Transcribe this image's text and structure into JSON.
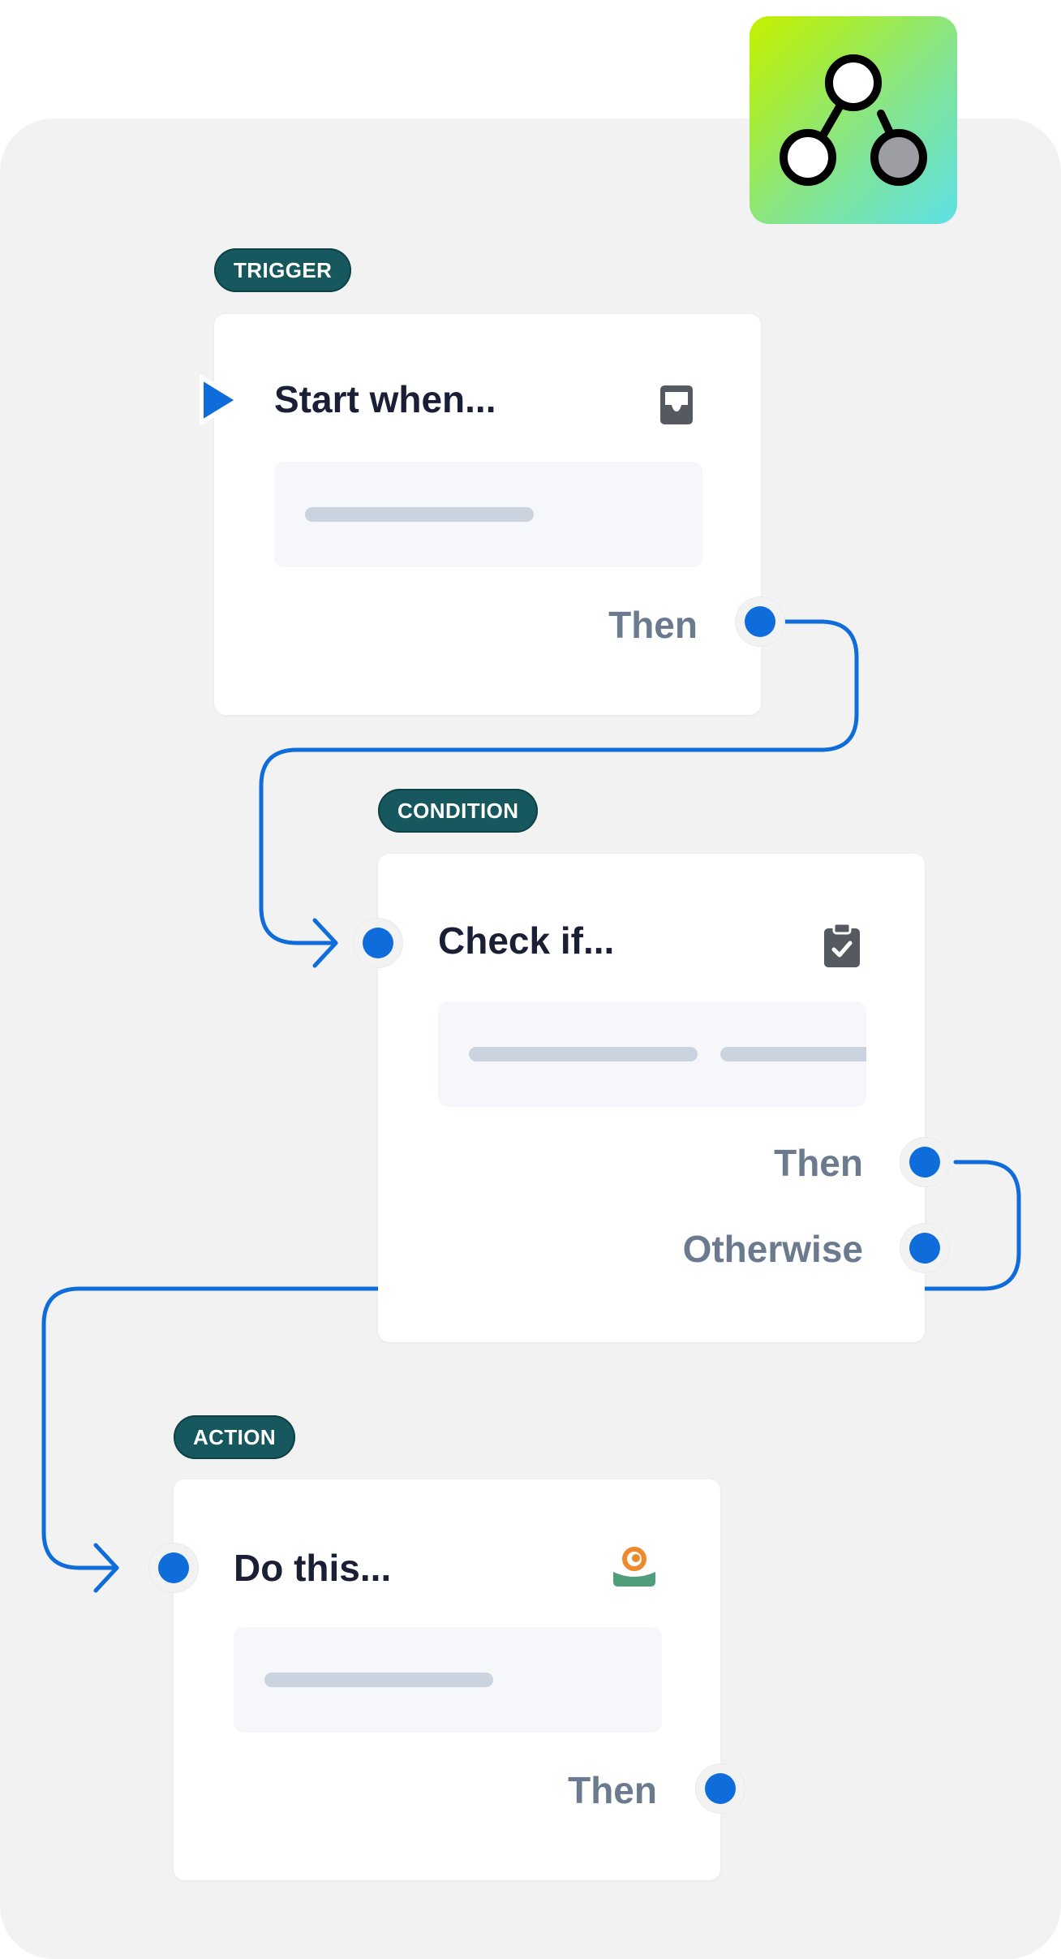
{
  "colors": {
    "accent": "#0f6cdb",
    "pill": "#17585e",
    "canvas": "#f2f2f3",
    "title_text": "#1a1f36",
    "muted_text": "#6b7a8f"
  },
  "logo": {
    "icon": "node-graph-logo-icon"
  },
  "steps": [
    {
      "pill": "TRIGGER",
      "title": "Start when...",
      "icon": "inbox-tray-icon",
      "outputs": [
        "Then"
      ]
    },
    {
      "pill": "CONDITION",
      "title": "Check if...",
      "icon": "clipboard-check-icon",
      "outputs": [
        "Then",
        "Otherwise"
      ]
    },
    {
      "pill": "ACTION",
      "title": "Do this...",
      "icon": "app-logo-icon",
      "outputs": [
        "Then"
      ]
    }
  ]
}
